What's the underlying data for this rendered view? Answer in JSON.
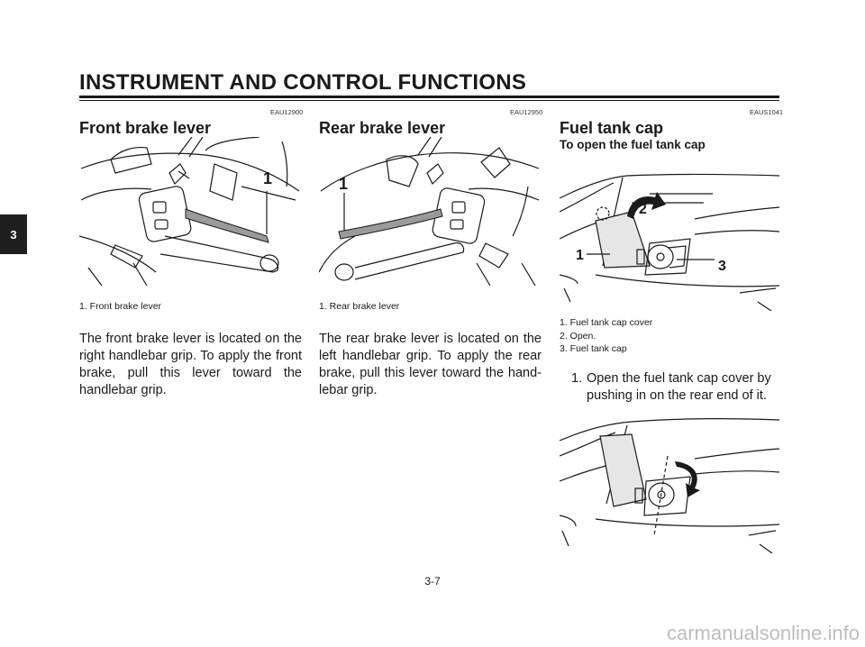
{
  "header": {
    "title": "INSTRUMENT AND CONTROL FUNCTIONS"
  },
  "side_tab": {
    "number": "3"
  },
  "columns": [
    {
      "code": "EAU12900",
      "title": "Front brake lever",
      "figure_callouts": [
        "1"
      ],
      "captions": [
        "1. Front brake lever"
      ],
      "body": "The front brake lever is located on the right handlebar grip. To apply the front brake, pull this lever toward the handlebar grip."
    },
    {
      "code": "EAU12950",
      "title": "Rear brake lever",
      "figure_callouts": [
        "1"
      ],
      "captions": [
        "1. Rear brake lever"
      ],
      "body": "The rear brake lever is located on the left handlebar grip. To apply the rear brake, pull this lever toward the hand-lebar grip."
    },
    {
      "code": "EAUS1041",
      "title": "Fuel tank cap",
      "subtitle": "To open the fuel tank cap",
      "figure_callouts": [
        "1",
        "2",
        "3"
      ],
      "captions": [
        "1. Fuel tank cap cover",
        "2. Open.",
        "3. Fuel tank cap"
      ],
      "steps": [
        {
          "num": "1.",
          "text": "Open the fuel tank cap cover by pushing in on the rear end of it."
        }
      ]
    }
  ],
  "footer": {
    "page_number": "3-7"
  },
  "watermark": "carmanualsonline.info"
}
